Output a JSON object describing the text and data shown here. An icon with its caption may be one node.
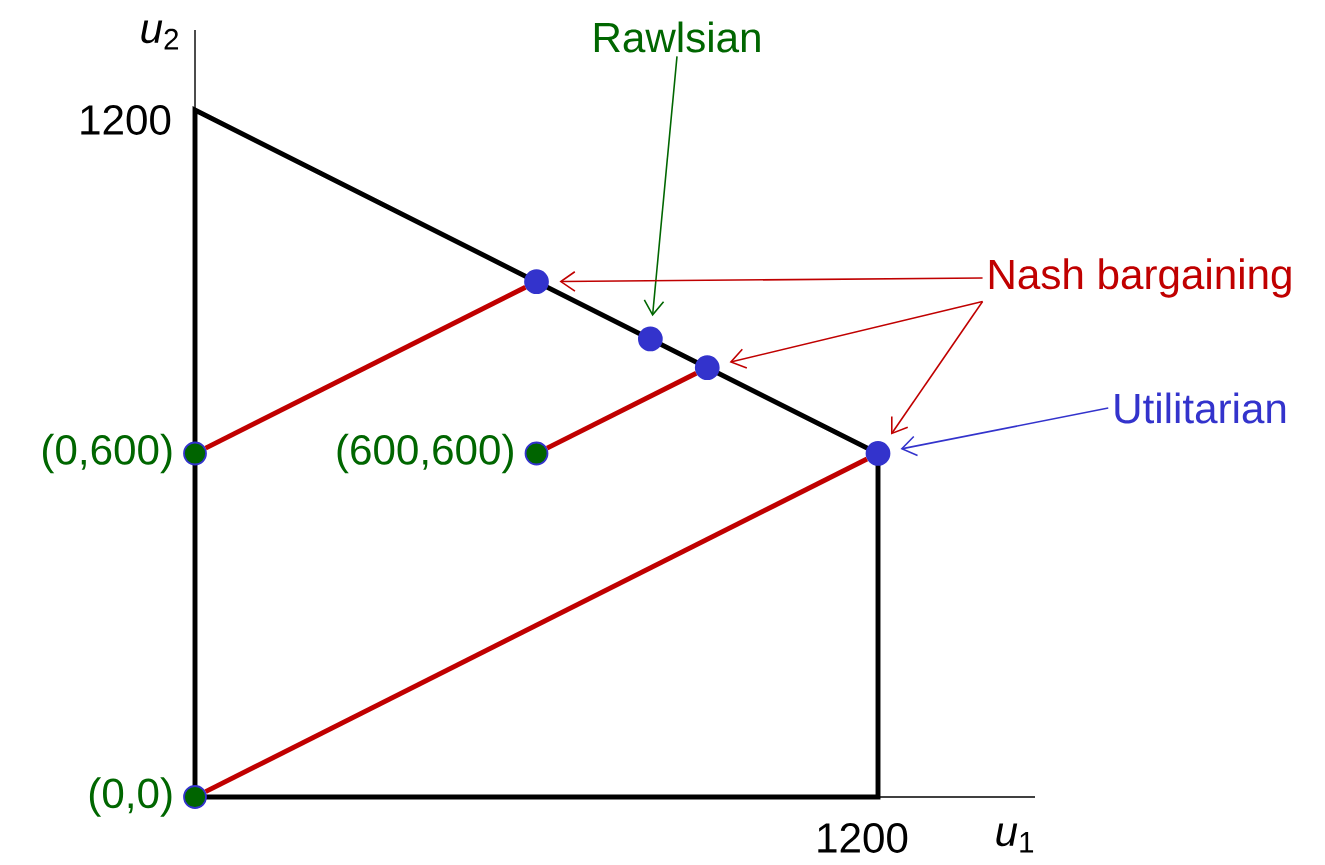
{
  "diagram": {
    "nodes": [
      {
        "text": [
          "Rawlsian"
        ]
      },
      {
        "text": [
          "Nash bargaining"
        ]
      },
      {
        "text": [],
        "shape": "circle"
      },
      {
        "text": [],
        "shape": "circle"
      },
      {
        "text": [],
        "shape": "circle"
      },
      {
        "text": [
          "Utilitarian"
        ]
      },
      {
        "text": [],
        "shape": "circle"
      },
      {
        "text": [],
        "shape": "circle",
        "beside": [
          "(0,600)"
        ]
      },
      {
        "text": [],
        "shape": "circle",
        "beside": [
          "(600,600)"
        ]
      },
      {
        "text": [],
        "shape": "circle",
        "beside": [
          "(0,0)"
        ]
      }
    ],
    "edges": [
      {
        "from": 0,
        "to": 3,
        "arrow": "to",
        "color": "#006600"
      },
      {
        "from": 1,
        "to": 2,
        "arrow": "to"
      },
      {
        "from": 1,
        "to": 4,
        "arrow": "to"
      },
      {
        "from": 1,
        "to": 6,
        "arrow": "to"
      },
      {
        "from": 5,
        "to": 6,
        "arrow": "to",
        "color": "#3333cc"
      },
      {
        "from": 7,
        "to": 2,
        "arrow": "none",
        "style": "thick"
      },
      {
        "from": 8,
        "to": 4,
        "arrow": "none",
        "style": "thick"
      },
      {
        "from": 9,
        "to": 6,
        "arrow": "none",
        "style": "thick"
      }
    ],
    "labels": [
      "*u*$_{2}$",
      "1200",
      "1200",
      "*u*$_{1}$"
    ]
  }
}
